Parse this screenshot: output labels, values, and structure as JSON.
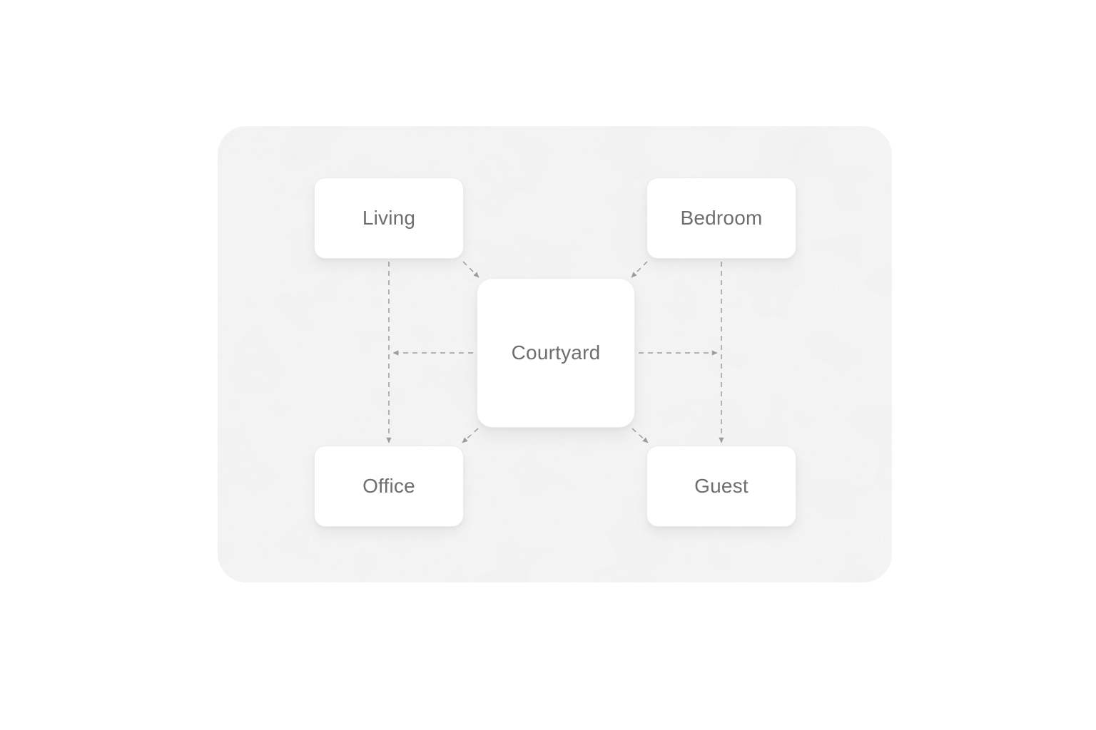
{
  "diagram": {
    "nodes": [
      {
        "id": "living",
        "label": "Living"
      },
      {
        "id": "bedroom",
        "label": "Bedroom"
      },
      {
        "id": "courtyard",
        "label": "Courtyard"
      },
      {
        "id": "office",
        "label": "Office"
      },
      {
        "id": "guest",
        "label": "Guest"
      }
    ],
    "edges": [
      {
        "from": "living",
        "to": "courtyard",
        "style": "dashed",
        "arrow": "to"
      },
      {
        "from": "bedroom",
        "to": "courtyard",
        "style": "dashed",
        "arrow": "to"
      },
      {
        "from": "living",
        "to": "office",
        "style": "dashed",
        "arrow": "to"
      },
      {
        "from": "bedroom",
        "to": "guest",
        "style": "dashed",
        "arrow": "to"
      },
      {
        "from": "courtyard",
        "to": "office",
        "style": "dashed",
        "arrow": "to"
      },
      {
        "from": "courtyard",
        "to": "guest",
        "style": "dashed",
        "arrow": "to"
      },
      {
        "from": "courtyard",
        "to": "living-office-corridor",
        "style": "dashed",
        "arrow": "to"
      },
      {
        "from": "courtyard",
        "to": "bedroom-guest-corridor",
        "style": "dashed",
        "arrow": "to"
      }
    ],
    "colors": {
      "page_background": "#ffffff",
      "panel_background": "#f4f4f5",
      "node_background": "#ffffff",
      "node_border": "#ececec",
      "node_text": "#6e6e71",
      "connector": "#9c9c9c"
    }
  }
}
